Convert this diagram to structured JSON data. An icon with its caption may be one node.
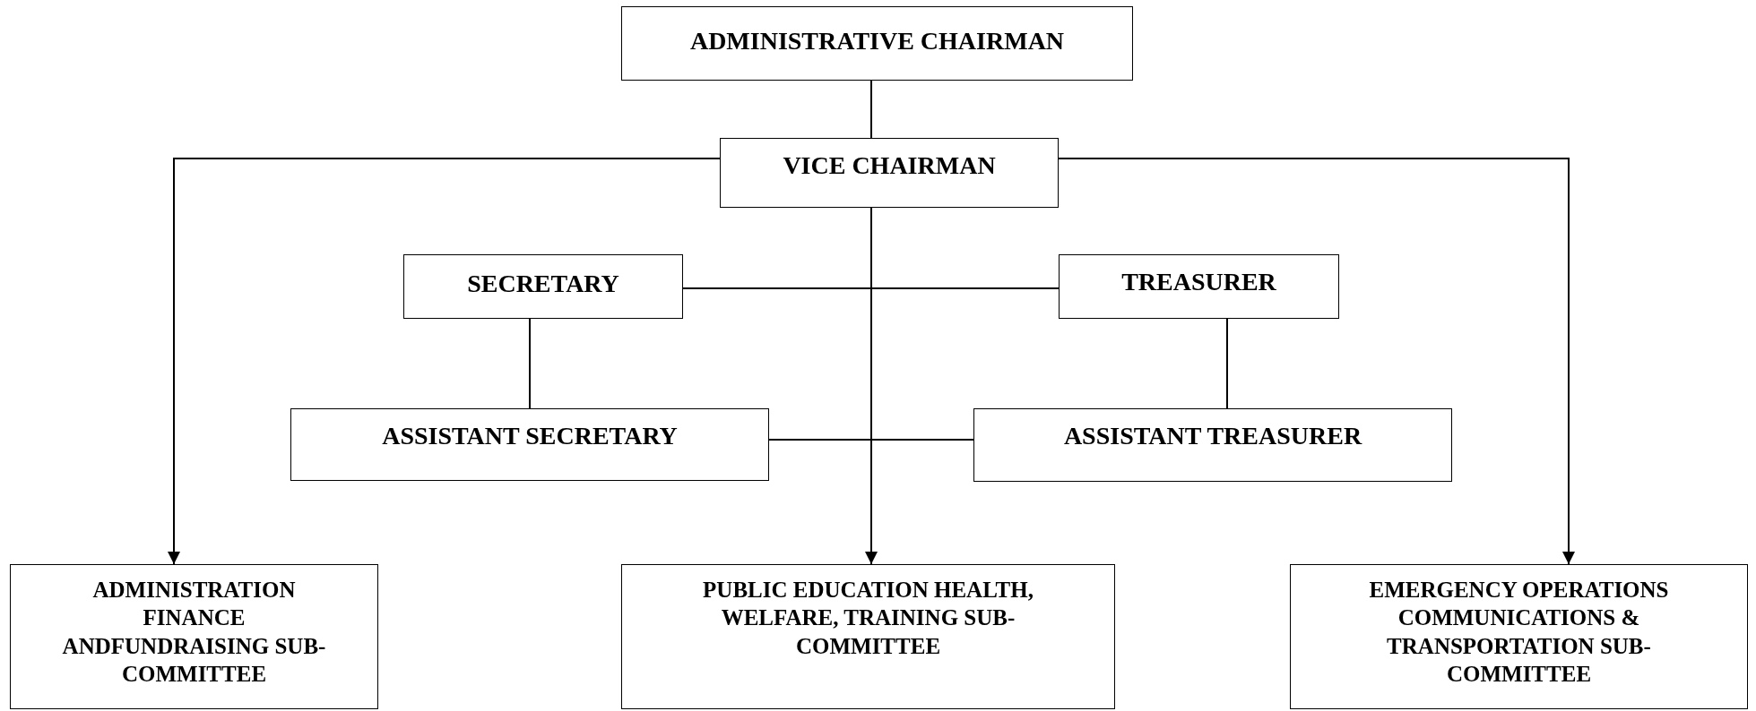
{
  "diagram": {
    "nodes": [
      {
        "text": [
          "ADMINISTRATIVE CHAIRMAN"
        ]
      },
      {
        "text": [
          "VICE CHAIRMAN"
        ]
      },
      {
        "text": [
          "SECRETARY"
        ]
      },
      {
        "text": [
          "TREASURER"
        ]
      },
      {
        "text": [
          "ASSISTANT SECRETARY"
        ]
      },
      {
        "text": [
          "ASSISTANT TREASURER"
        ]
      },
      {
        "text": [
          "ADMINISTRATION FINANCE ANDFUNDRAISING SUB-COMMITTEE"
        ]
      },
      {
        "text": [
          "PUBLIC EDUCATION HEALTH, WELFARE, TRAINING SUB-COMMITTEE"
        ]
      },
      {
        "text": [
          "EMERGENCY OPERATIONS COMMUNICATIONS & TRANSPORTATION SUB-COMMITTEE"
        ]
      }
    ],
    "edges": [
      {
        "from": 0,
        "to": 1,
        "arrow": "none"
      },
      {
        "from": 1,
        "to": 6,
        "arrow": "to"
      },
      {
        "from": 1,
        "to": 7,
        "arrow": "to"
      },
      {
        "from": 1,
        "to": 8,
        "arrow": "to"
      },
      {
        "from": 2,
        "to": 3,
        "arrow": "none"
      },
      {
        "from": 2,
        "to": 4,
        "arrow": "none"
      },
      {
        "from": 3,
        "to": 5,
        "arrow": "none"
      },
      {
        "from": 4,
        "to": 5,
        "arrow": "none"
      }
    ]
  }
}
